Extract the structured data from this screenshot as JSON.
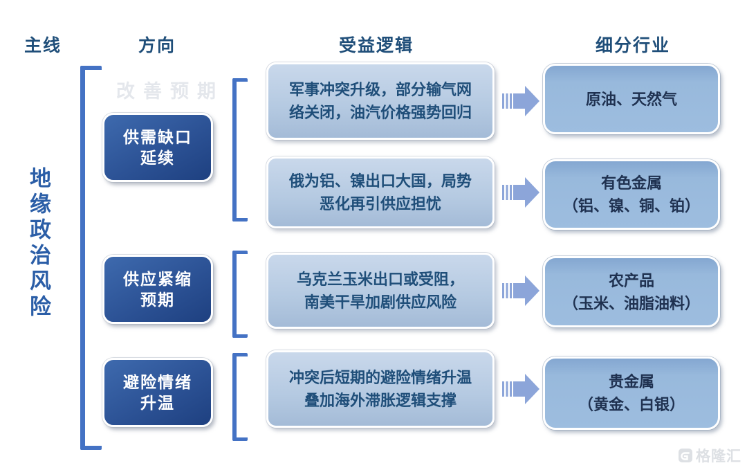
{
  "headers": {
    "mainline": "主线",
    "direction": "方向",
    "logic": "受益逻辑",
    "industry": "细分行业"
  },
  "mainline_label": "地缘政治风险",
  "groups": [
    {
      "direction_lines": [
        "供需缺口",
        "延续"
      ]
    },
    {
      "direction_lines": [
        "供应紧缩",
        "预期"
      ]
    },
    {
      "direction_lines": [
        "避险情绪",
        "升温"
      ]
    }
  ],
  "rows": [
    {
      "logic_lines": [
        "军事冲突升级，部分输气网",
        "络关闭，油汽价格强势回归"
      ],
      "industry_lines": [
        "原油、天然气",
        ""
      ]
    },
    {
      "logic_lines": [
        "俄为铝、镍出口大国，局势",
        "恶化再引供应担忧"
      ],
      "industry_lines": [
        "有色金属",
        "（铝、镍、铜、铂）"
      ]
    },
    {
      "logic_lines": [
        "乌克兰玉米出口或受阻，",
        "南美干旱加剧供应风险"
      ],
      "industry_lines": [
        "农产品",
        "（玉米、油脂油料）"
      ]
    },
    {
      "logic_lines": [
        "冲突后短期的避险情绪升温",
        "叠加海外滞胀逻辑支撑"
      ],
      "industry_lines": [
        "贵金属",
        "（黄金、白银）"
      ]
    }
  ],
  "watermark": {
    "faint_text": "改善预期",
    "brand_text": "格隆汇",
    "brand_icon_letter": "G"
  },
  "colors": {
    "bracket": "#4472C4",
    "direction_box": "#2E5597",
    "logic_box": "#B7CCE4",
    "industry_box": "#9CBCDE",
    "arrow": "#8CA5D9",
    "heading_text": "#1F4E79",
    "mainline_text": "#2B5EA7"
  }
}
